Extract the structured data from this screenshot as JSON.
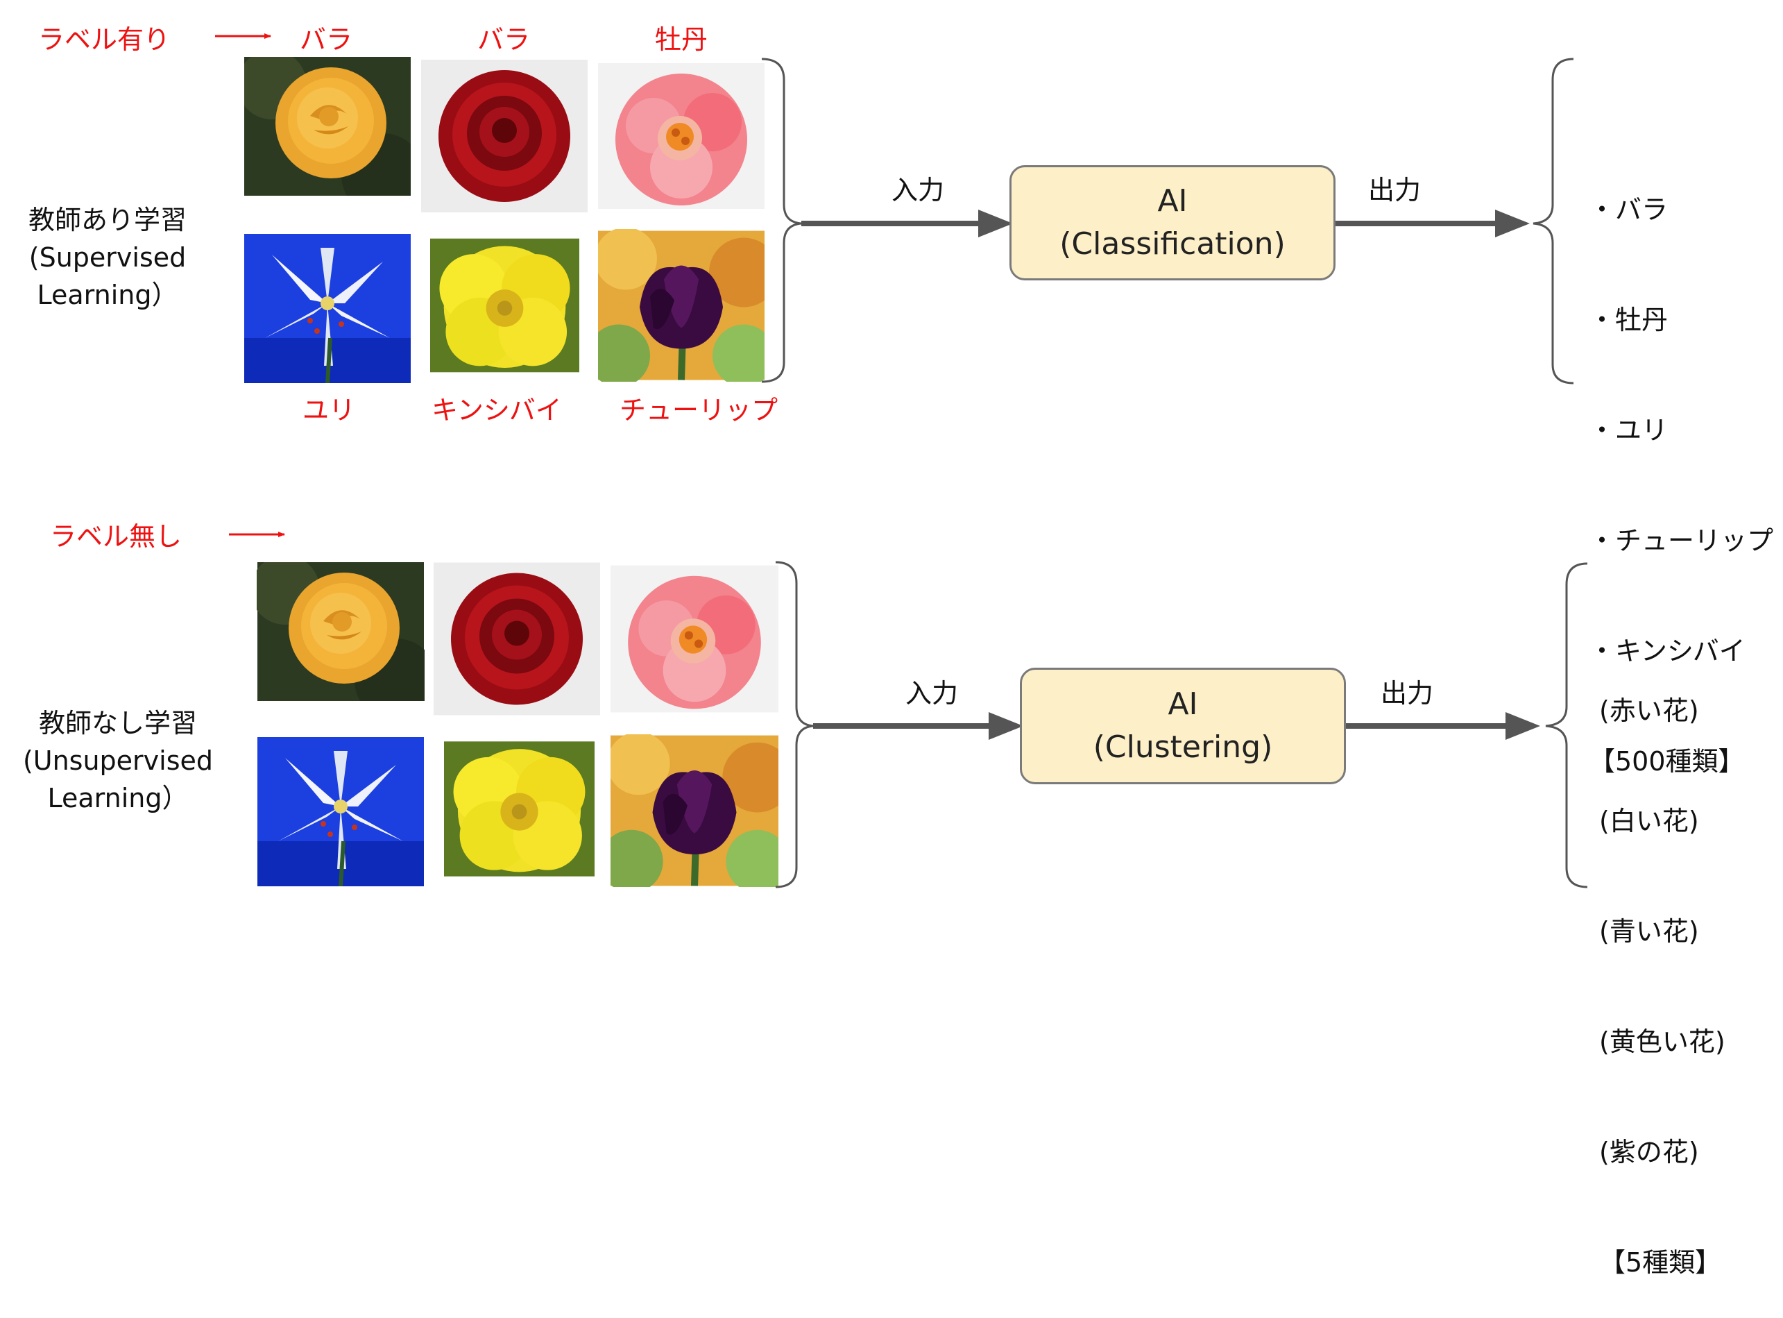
{
  "supervised": {
    "label_marker": "ラベル有り",
    "title_line1": "教師あり学習",
    "title_line2": "(Supervised",
    "title_line3": "Learning）",
    "flower_labels": [
      "バラ",
      "バラ",
      "牡丹",
      "ユリ",
      "キンシバイ",
      "チューリップ"
    ],
    "input_label": "入力",
    "output_label": "出力",
    "ai_line1": "AI",
    "ai_line2": "(Classification)",
    "outputs": [
      "・バラ",
      "・牡丹",
      "・ユリ",
      "・チューリップ",
      "・キンシバイ",
      "【500種類】"
    ]
  },
  "unsupervised": {
    "label_marker": "ラベル無し",
    "title_line1": "教師なし学習",
    "title_line2": "(Unsupervised",
    "title_line3": "Learning）",
    "input_label": "入力",
    "output_label": "出力",
    "ai_line1": "AI",
    "ai_line2": "(Clustering)",
    "outputs": [
      "(赤い花)",
      "(白い花)",
      "(青い花)",
      "(黄色い花)",
      "(紫の花)",
      "【5種類】"
    ]
  },
  "colors": {
    "label_red": "#ee1111",
    "ai_box_fill": "#fdf0c8",
    "arrow_gray": "#555555"
  },
  "images": [
    "yellow-rose",
    "red-rose",
    "pink-peony",
    "white-lily",
    "yellow-hypericum",
    "purple-tulip"
  ]
}
